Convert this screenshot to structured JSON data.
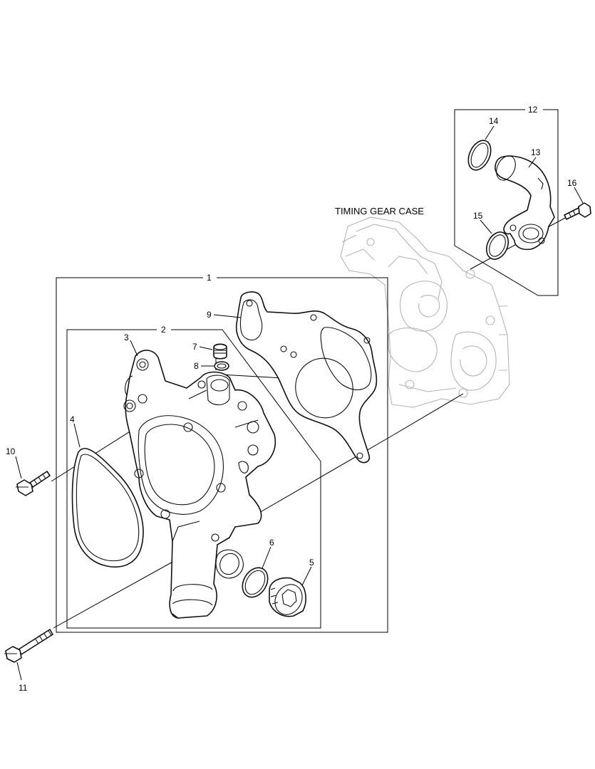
{
  "diagram": {
    "annotation": "TIMING GEAR CASE",
    "callouts": {
      "c1": "1",
      "c2": "2",
      "c3": "3",
      "c4": "4",
      "c5": "5",
      "c6": "6",
      "c7": "7",
      "c8": "8",
      "c9": "9",
      "c10": "10",
      "c11": "11",
      "c12": "12",
      "c13": "13",
      "c14": "14",
      "c15": "15",
      "c16": "16"
    }
  }
}
